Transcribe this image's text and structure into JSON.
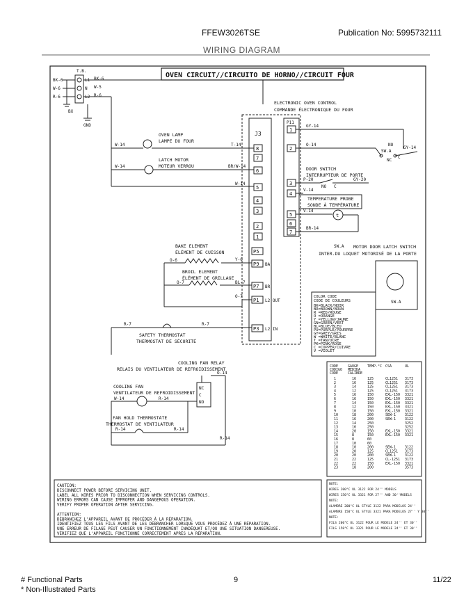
{
  "header": {
    "model": "FFEW3026TSE",
    "publication": "Publication No:  5995732111",
    "section": "WIRING DIAGRAM"
  },
  "diagram": {
    "title": "OVEN CIRCUIT//CIRCUITO DE HORNO//CIRCUIT FOUR",
    "tb": {
      "label": "T.B.",
      "terminals": [
        "L1",
        "N",
        "L2"
      ],
      "wires": [
        "BK-6",
        "W-6",
        "R-6"
      ],
      "inner_wires": [
        "BK-6",
        "W-5",
        "R-6"
      ],
      "bx": "BX",
      "gnd": "GND"
    },
    "eoc": {
      "line1": "ELECTRONIC OVEN CONTROL",
      "line2": "COMMANDE ÉLECTRONIQUE DU FOUR"
    },
    "j3": {
      "label": "J3",
      "pins": [
        "8",
        "7",
        "6",
        "5",
        "4",
        "3",
        "2",
        "1"
      ]
    },
    "p11": {
      "label": "P11",
      "pins": [
        "1",
        "2",
        "3",
        "4",
        "5",
        "6",
        "7"
      ]
    },
    "lower_pins": [
      {
        "pin": "P5",
        "tag": ""
      },
      {
        "pin": "P9",
        "tag": "BA"
      },
      {
        "pin": "P7",
        "tag": "BR"
      },
      {
        "pin": "P1",
        "tag": "L2 OUT"
      },
      {
        "pin": "P3",
        "tag": "L2 IN"
      }
    ],
    "components": {
      "oven_lamp": [
        "OVEN LAMP",
        "LAMPE DU FOUR"
      ],
      "latch_motor": [
        "LATCH MOTOR",
        "MOTEUR VERROU"
      ],
      "door_switch": [
        "DOOR SWITCH",
        "INTERRUPTEUR DE PORTE"
      ],
      "temp_probe": [
        "TEMPERATURE PROBE",
        "SONDE À TEMPÉRATURE"
      ],
      "bake": [
        "BAKE ELEMENT",
        "ÉLÉMENT DE CUISSON"
      ],
      "broil": [
        "BROIL ELEMENT",
        "ÉLÉMENT DE GRILLAGE"
      ],
      "motor_door": [
        "MOTOR DOOR LATCH SWITCH",
        "INTER.DU LOQUET MOTORISÉ DE LA PORTE"
      ],
      "safety": [
        "SAFETY THERMOSTAT",
        "THERMOSTAT DE SÉCURITÉ"
      ],
      "relay": [
        "COOLING FAN RELAY",
        "RELAIS DU VENTILATEUR DE REFROIDISSEMENT"
      ],
      "fan": [
        "COOLING FAN",
        "VENTILATEUR DE REFROIDISSEMENT"
      ],
      "fanhold": [
        "FAN HOLD THERMOSTATE",
        "THERMOSTAT DE VENTILATEUR"
      ]
    },
    "wire_labels": {
      "lamp_left": "W-14",
      "lamp_right": "T-14",
      "latch_left": "W-14",
      "latch_right": "BR/W-14",
      "pin5": "W-14",
      "p11_1": "GY-14",
      "p11_2": "O-14",
      "swa": "SW.A",
      "no": "NO",
      "nc": "NC",
      "c": "C",
      "gy_right": "GY-14",
      "p20": "P-20",
      "gy20": "GY-20",
      "no2": "NO",
      "c2": "C",
      "v14": "V-14",
      "v14b": "V-14",
      "br14": "BR-14",
      "bake_o": "O-6",
      "bake_y": "Y-6",
      "broil_o": "O-7",
      "broil_bl": "BL-7",
      "p1_o": "O-7",
      "safety_l": "R-7",
      "safety_r": "R-7",
      "relay_o": "O-14",
      "fan_w": "W-14",
      "fan_r": "R-14",
      "relay_nc": "NC",
      "relay_c": "C",
      "relay_no": "NO",
      "fh_l": "R-14",
      "fh_r": "R-14",
      "bottom_r": "R-14",
      "swa_box": "SW.A",
      "swa_box2": "SW.A"
    },
    "color_code": {
      "title1": "COLOR CODE",
      "title2": "CODE DE COULEURS",
      "lines": [
        "BK=BLACK/NOIR",
        "BR=BROWN/BRUN",
        "R =RED/ROUGE",
        "O =ORANGE",
        "Y =YELLOW/JAUNE",
        "GN=GREEN/VERT",
        "BL=BLUE/BLEU",
        "PU=PURPLE/POURPRE",
        "GY=GREY/GRIS",
        "W =WHITE/BLANC",
        "T =TAN/OCRE",
        "PK=PINK/ROSE",
        "C =COPPER/CUIVRE",
        "V =VIOLET"
      ]
    },
    "gauge_table": {
      "headers": [
        "CODE",
        "GAUGE",
        "TEMP.°C",
        "CSA",
        "UL"
      ],
      "headers2": [
        "CODIGO",
        "MEDIDA",
        "",
        "",
        ""
      ],
      "headers3": [
        "CODE",
        "CALIBRE",
        "",
        "",
        ""
      ],
      "rows": [
        [
          "1",
          "16",
          "125",
          "CL1251",
          "3173"
        ],
        [
          "2",
          "16",
          "125",
          "CL1251",
          "3173"
        ],
        [
          "3",
          "14",
          "125",
          "CL1251",
          "3173"
        ],
        [
          "4",
          "12",
          "125",
          "CL1251",
          "3173"
        ],
        [
          "5",
          "16",
          "150",
          "EXL-150",
          "3321"
        ],
        [
          "6",
          "16",
          "150",
          "EXL-150",
          "3321"
        ],
        [
          "7",
          "14",
          "150",
          "EXL-150",
          "3321"
        ],
        [
          "8",
          "12",
          "150",
          "EXL-150",
          "3321"
        ],
        [
          "9",
          "10",
          "150",
          "EXL-150",
          "3321"
        ],
        [
          "10",
          "18",
          "200",
          "SEW-1",
          "3122"
        ],
        [
          "11",
          "16",
          "200",
          "SEW-1",
          "3122"
        ],
        [
          "12",
          "14",
          "250",
          "",
          "3252"
        ],
        [
          "13",
          "16",
          "250",
          "",
          "3252"
        ],
        [
          "14",
          "20",
          "150",
          "EXL-150",
          "3321"
        ],
        [
          "15",
          "8",
          "150",
          "EXL-150",
          "3321"
        ],
        [
          "16",
          "8",
          "60",
          "",
          ""
        ],
        [
          "17",
          "10",
          "60",
          "",
          ""
        ],
        [
          "18",
          "10",
          "200",
          "SEW-1",
          "3122"
        ],
        [
          "19",
          "20",
          "125",
          "CL1251",
          "3173"
        ],
        [
          "20",
          "20",
          "200",
          "SEW-1",
          "3122"
        ],
        [
          "21",
          "22",
          "125",
          "CL-1251",
          "3173"
        ],
        [
          "22",
          "22",
          "150",
          "EXL-150",
          "3321"
        ],
        [
          "23",
          "18",
          "200",
          "",
          "3573"
        ]
      ]
    },
    "notes": [
      "NOTE:",
      "WIRES 200°C UL 3122 FOR 24'' MODELS",
      "WIRES 150°C UL 3321 FOR 27'' AND 30''MODELS",
      "NOTE:",
      "ALAMBRE 200°C UL STYLE 3122 PARA MODELOS 24''",
      "ALAMBRE 150°C UL STYLE 3321 PARA MODELOS 27'' Y 30''",
      "NOTE:",
      "FILS 200°C UL 3122 POUR LE MODELE 24'' ET 30''",
      "FILS 150°C UL 3321 POUR LE MODELE 24'' ET 30''"
    ],
    "caution": [
      "CAUTION:",
      "DISCONNECT POWER BEFORE SERVICING UNIT.",
      "LABEL ALL WIRES PRIOR TO DISCONNECTION WHEN SERVICING CONTROLS.",
      "WIRING ERRORS CAN CAUSE IMPROPER AND DANGEROUS OPERATION.",
      "VERIFY PROPER OPERATION AFTER SERVICING.",
      "",
      "ATTENTION:",
      "DÉBRANCHEZ L'APPAREIL AVANT DE PROCÉDER À LA RÉPARATION.",
      "IDENTIFIEZ TOUS LES FILS AVANT DE LES DÉBRANCHER LORSQUE VOUS PROCÉDEZ À UNE RÉPARATION.",
      "UNE ERREUR DE FILAGE PEUT CAUSER UN FONCTIONNEMENT INADÉQUAT ET/OU UNE SITUATION DANGEREUSE.",
      "VÉRIFIEZ QUE L'APPAREIL FONCTIONNE CORRECTEMENT APRÈS LA RÉPARATION."
    ]
  },
  "footer": {
    "functional": "# Functional Parts",
    "nonillustrated": "* Non-Illustrated Parts",
    "page": "9",
    "date": "11/22"
  }
}
